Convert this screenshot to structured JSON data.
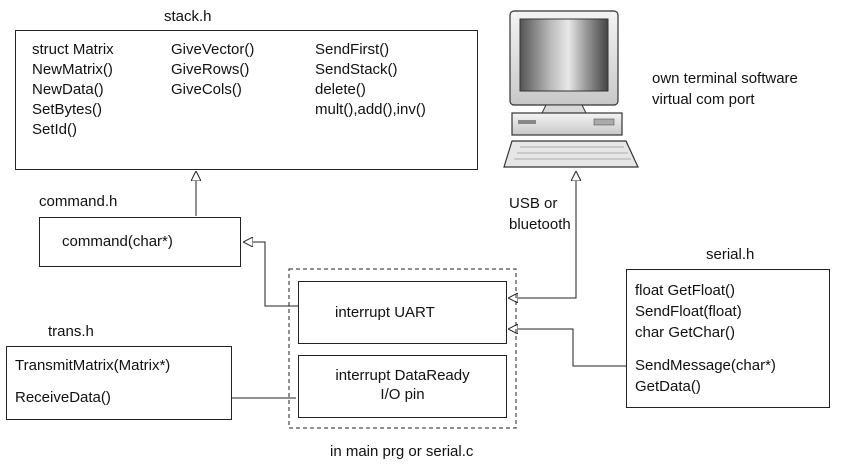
{
  "stack": {
    "title": "stack.h",
    "col1": [
      "struct Matrix",
      "NewMatrix()",
      "NewData()",
      "SetBytes()",
      "SetId()"
    ],
    "col2": [
      "GiveVector()",
      "GiveRows()",
      "GiveCols()"
    ],
    "col3": [
      "SendFirst()",
      "SendStack()",
      "delete()",
      "mult(),add(),inv()"
    ]
  },
  "command": {
    "title": "command.h",
    "item": "command(char*)"
  },
  "trans": {
    "title": "trans.h",
    "items": [
      "TransmitMatrix(Matrix*)",
      "ReceiveData()"
    ]
  },
  "serial": {
    "title": "serial.h",
    "items": [
      "float GetFloat()",
      "SendFloat(float)",
      "char GetChar()",
      "SendMessage(char*)",
      "GetData()"
    ]
  },
  "main_group": {
    "caption": "in main prg or serial.c",
    "uart": "interrupt UART",
    "dataready_line1": "interrupt DataReady",
    "dataready_line2": "I/O pin"
  },
  "computer": {
    "description_line1": "own terminal software",
    "description_line2": "virtual com port",
    "link_line1": "USB or",
    "link_line2": "bluetooth"
  }
}
